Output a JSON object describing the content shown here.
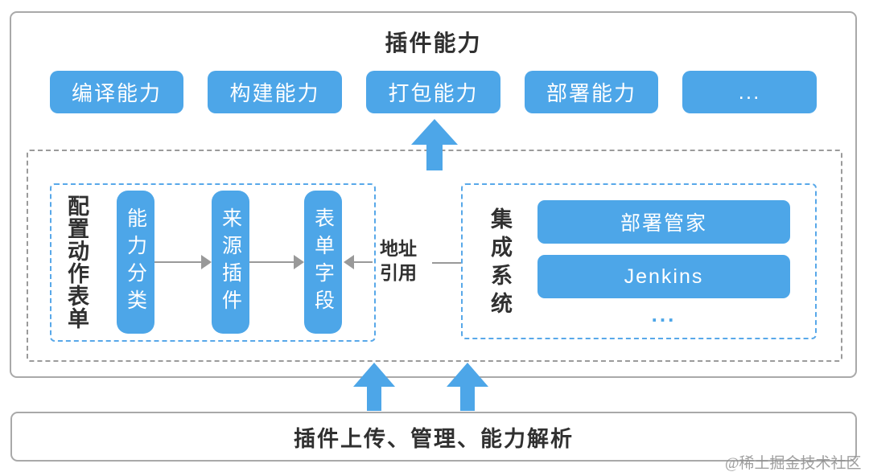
{
  "colors": {
    "accent": "#4da6e8",
    "blue_border": "#58a8e9",
    "gray_border": "#a9a9a9",
    "gray_dashed": "#9b9b9b",
    "arrow_gray": "#999999",
    "text_dark": "#303030",
    "watermark": "#8f8f8f"
  },
  "header": {
    "title": "插件能力"
  },
  "capabilities": [
    "编译能力",
    "构建能力",
    "打包能力",
    "部署能力",
    "..."
  ],
  "config_form": {
    "label": "配置动作表单",
    "pills": [
      "能力分类",
      "来源插件",
      "表单字段"
    ]
  },
  "address_ref": {
    "label": "地址\n引用"
  },
  "integration": {
    "label": "集成系统",
    "items": [
      "部署管家",
      "Jenkins"
    ],
    "more": "..."
  },
  "bottom_bar": {
    "label": "插件上传、管理、能力解析"
  },
  "watermark": "@稀土掘金技术社区"
}
